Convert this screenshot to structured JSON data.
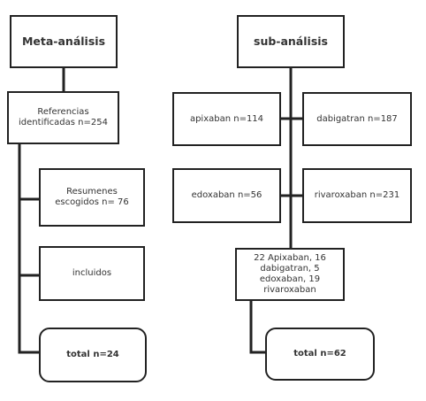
{
  "left": {
    "title": "Meta-análisis",
    "step1": "Referencias identificadas n=254",
    "step2": "Resumenes escogidos n= 76",
    "step3": "incluidos",
    "total": "total n=24"
  },
  "right": {
    "title": "sub-análisis",
    "apixaban": "apixaban n=114",
    "dabigatran": "dabigatran n=187",
    "edoxaban": "edoxaban n=56",
    "rivaroxaban": "rivaroxaban n=231",
    "combined": "22 Apixaban, 16 dabigatran, 5 edoxaban, 19 rivaroxaban",
    "total": "total n=62"
  }
}
